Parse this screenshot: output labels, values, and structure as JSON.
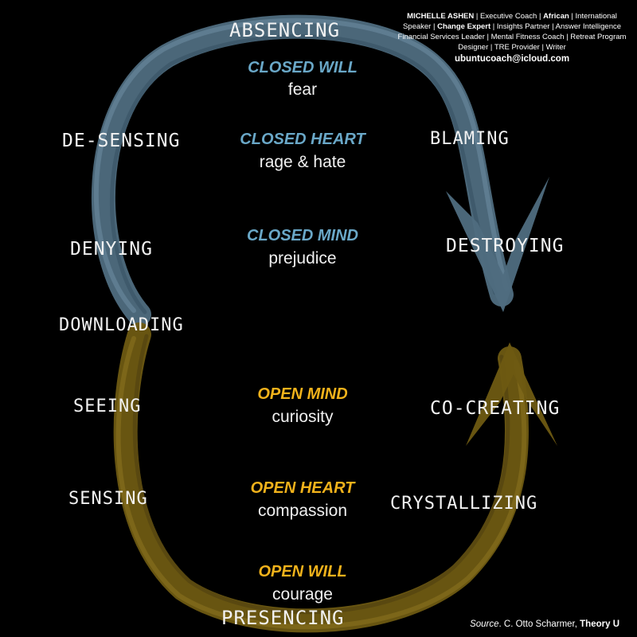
{
  "colors": {
    "background": "#000000",
    "closed_arc": "#4f6d80",
    "open_arc": "#6e5a12",
    "closed_text": "#6aa8c8",
    "open_text": "#f1b21b",
    "label_text": "#f2f2f2"
  },
  "stages": {
    "absencing": "ABSENCING",
    "de_sensing": "DE-SENSING",
    "blaming": "BLAMING",
    "denying": "DENYING",
    "destroying": "DESTROYING",
    "downloading": "DOWNLOADING",
    "seeing": "SEEING",
    "co_creating": "CO-CREATING",
    "sensing": "SENSING",
    "crystallizing": "CRYSTALLIZING",
    "presencing": "PRESENCING"
  },
  "closed": {
    "will": {
      "title": "CLOSED WILL",
      "sub": "fear"
    },
    "heart": {
      "title": "CLOSED HEART",
      "sub": "rage & hate"
    },
    "mind": {
      "title": "CLOSED MIND",
      "sub": "prejudice"
    }
  },
  "open": {
    "mind": {
      "title": "OPEN  MIND",
      "sub": "curiosity"
    },
    "heart": {
      "title": "OPEN HEART",
      "sub": "compassion"
    },
    "will": {
      "title": "OPEN WILL",
      "sub": "courage"
    }
  },
  "credit": {
    "name": "MICHELLE ASHEN",
    "role1": "Executive Coach",
    "african": "African",
    "role2": "International Speaker",
    "change": "Change Expert",
    "rest": "Insights Partner | Answer Intelligence Financial Services Leader | Mental Fitness Coach | Retreat Program Designer | TRE Provider | Writer",
    "email": "ubuntucoach@icloud.com"
  },
  "source": {
    "label": "Source",
    "author": ". C. Otto Scharmer, ",
    "work": "Theory U"
  }
}
